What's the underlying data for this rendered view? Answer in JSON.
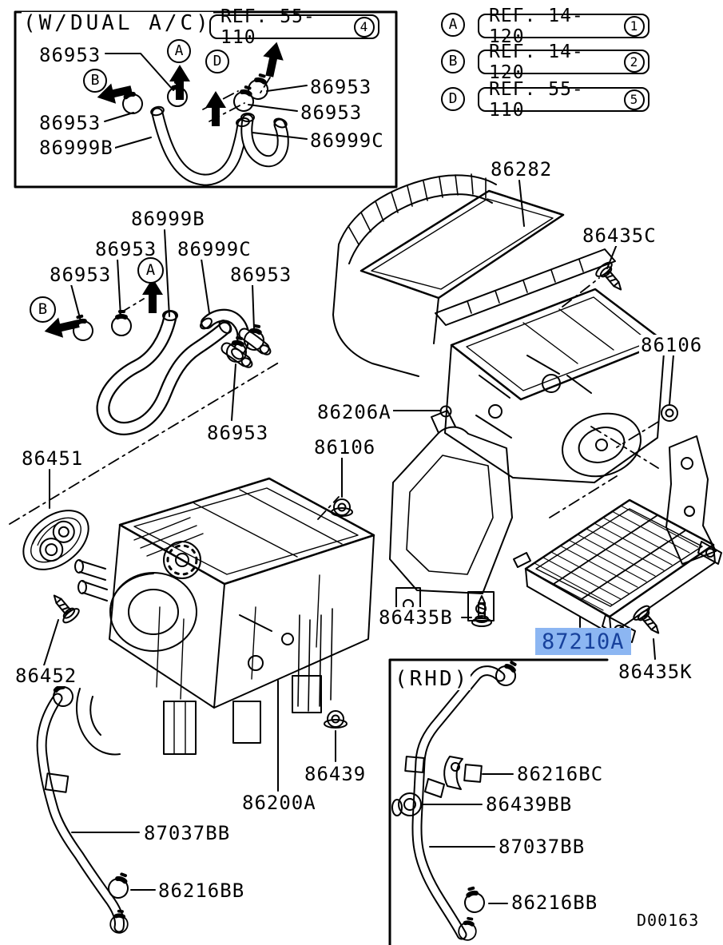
{
  "diagram_code": "D00163",
  "colors": {
    "background": "#ffffff",
    "line": "#000000",
    "highlight_bg": "#8cb6f2",
    "highlight_text": "#17419c"
  },
  "panel_dual_ac": {
    "title": "(W/DUAL A/C)",
    "ref": {
      "text": "REF. 55-110",
      "num": "4"
    },
    "callouts": [
      "B",
      "A",
      "D"
    ],
    "parts": [
      "86953",
      "86953",
      "86999B",
      "86953",
      "86953",
      "86999C"
    ]
  },
  "ref_list": [
    {
      "letter": "A",
      "text": "REF. 14-120",
      "num": "1"
    },
    {
      "letter": "B",
      "text": "REF. 14-120",
      "num": "2"
    },
    {
      "letter": "D",
      "text": "REF. 55-110",
      "num": "5"
    }
  ],
  "hose_group": {
    "callouts": [
      "A",
      "B"
    ],
    "parts": [
      "86999B",
      "86953",
      "86999C",
      "86953",
      "86953",
      "86953"
    ]
  },
  "main": {
    "parts": {
      "cover": "86282",
      "screw_c": "86435C",
      "nut_right": "86106",
      "frame": "86206A",
      "nut_center": "86106",
      "packing": "86451",
      "bolt": "86452",
      "screw_b": "86435B",
      "screw_k": "86435K",
      "nut_lower": "86439",
      "heater_unit": "86200A",
      "drain_hose": "87037BB",
      "hose_clamp": "86216BB"
    },
    "selected_part": "87210A"
  },
  "rhd_panel": {
    "title": "(RHD)",
    "parts": {
      "bracket": "86216BC",
      "grommet": "86439BB",
      "drain_hose": "87037BB",
      "hose_clamp": "86216BB"
    }
  }
}
